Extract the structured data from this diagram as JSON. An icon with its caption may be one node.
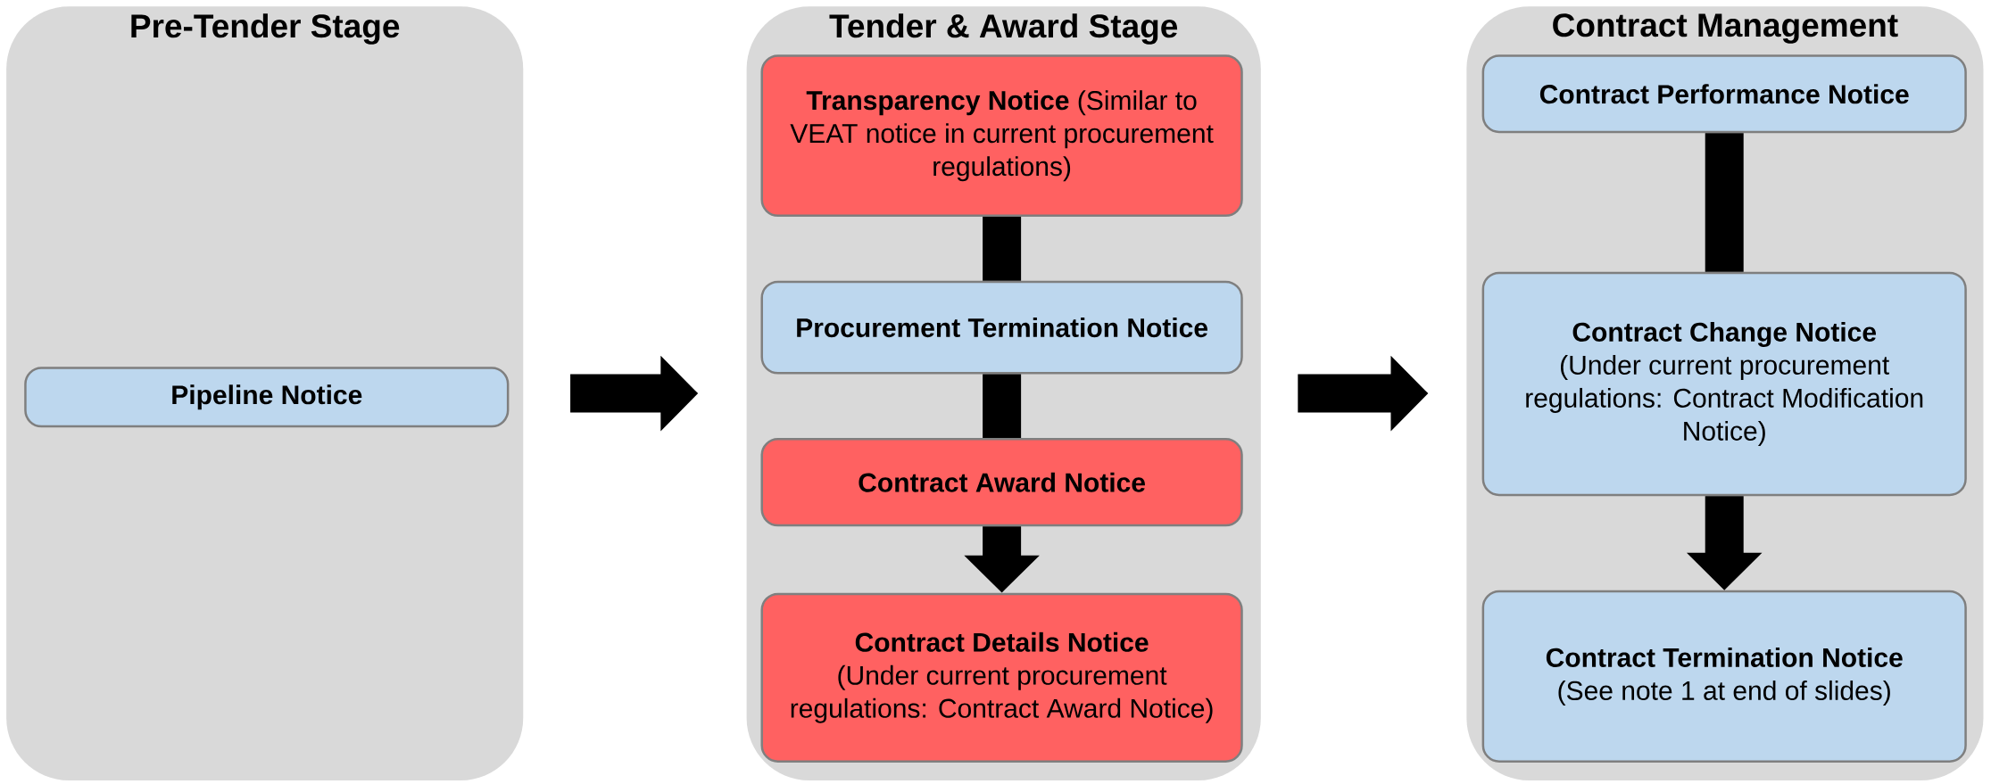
{
  "diagram": {
    "nodes": [
      {
        "text": [
          "Pre-Tender Stage"
        ]
      },
      {
        "text": [
          "Pipeline Notice"
        ],
        "in": 0
      },
      {
        "text": [
          "Tender & Award Stage"
        ]
      },
      {
        "text": [
          "**Transparency Notice** (Similar to VEAT notice in current procurement regulations)"
        ],
        "in": 2
      },
      {
        "text": [
          "Procurement Termination Notice"
        ],
        "in": 2
      },
      {
        "text": [
          "Contract Award Notice"
        ],
        "in": 2
      },
      {
        "text": [
          "Contract Details Notice",
          "(Under current procurement regulations: Contract Award Notice)"
        ],
        "in": 2
      },
      {
        "text": [
          "Contract Management"
        ]
      },
      {
        "text": [
          "Contract Performance Notice"
        ],
        "in": 7
      },
      {
        "text": [
          "Contract Change Notice",
          "(Under current procurement regulations: Contract Modification Notice)"
        ],
        "in": 7
      },
      {
        "text": [
          "Contract Termination Notice",
          "(See note 1 at end of slides)"
        ],
        "in": 7
      }
    ],
    "edges": [
      {
        "from": 0,
        "to": 2,
        "arrow": "to"
      },
      {
        "from": 2,
        "to": 7,
        "arrow": "to"
      },
      {
        "from": 3,
        "to": 4,
        "arrow": "none"
      },
      {
        "from": 4,
        "to": 5,
        "arrow": "none"
      },
      {
        "from": 5,
        "to": 6,
        "arrow": "to"
      },
      {
        "from": 8,
        "to": 9,
        "arrow": "none"
      },
      {
        "from": 9,
        "to": 10,
        "arrow": "to"
      }
    ]
  }
}
